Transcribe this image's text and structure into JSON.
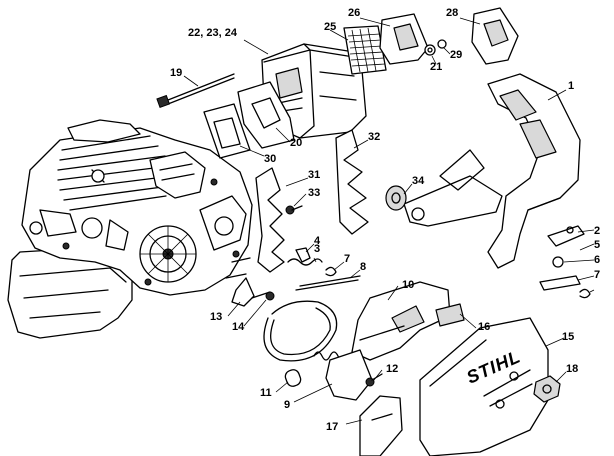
{
  "diagram": {
    "brand_mark": "STIHL",
    "callouts": [
      {
        "id": "c1",
        "text": "1"
      },
      {
        "id": "c2",
        "text": "2"
      },
      {
        "id": "c3",
        "text": "3"
      },
      {
        "id": "c4",
        "text": "4"
      },
      {
        "id": "c5",
        "text": "5"
      },
      {
        "id": "c6",
        "text": "6"
      },
      {
        "id": "c7a",
        "text": "7"
      },
      {
        "id": "c7b",
        "text": "7"
      },
      {
        "id": "c8",
        "text": "8"
      },
      {
        "id": "c9",
        "text": "9"
      },
      {
        "id": "c10",
        "text": "10"
      },
      {
        "id": "c11",
        "text": "11"
      },
      {
        "id": "c12",
        "text": "12"
      },
      {
        "id": "c13",
        "text": "13"
      },
      {
        "id": "c14",
        "text": "14"
      },
      {
        "id": "c15",
        "text": "15"
      },
      {
        "id": "c16",
        "text": "16"
      },
      {
        "id": "c17",
        "text": "17"
      },
      {
        "id": "c18",
        "text": "18"
      },
      {
        "id": "c19",
        "text": "19"
      },
      {
        "id": "c20",
        "text": "20"
      },
      {
        "id": "c21",
        "text": "21"
      },
      {
        "id": "c22",
        "text": "22, 23, 24"
      },
      {
        "id": "c25",
        "text": "25"
      },
      {
        "id": "c26",
        "text": "26"
      },
      {
        "id": "c28",
        "text": "28"
      },
      {
        "id": "c29",
        "text": "29"
      },
      {
        "id": "c30",
        "text": "30"
      },
      {
        "id": "c31",
        "text": "31"
      },
      {
        "id": "c32",
        "text": "32"
      },
      {
        "id": "c33",
        "text": "33"
      },
      {
        "id": "c34",
        "text": "34"
      }
    ]
  }
}
